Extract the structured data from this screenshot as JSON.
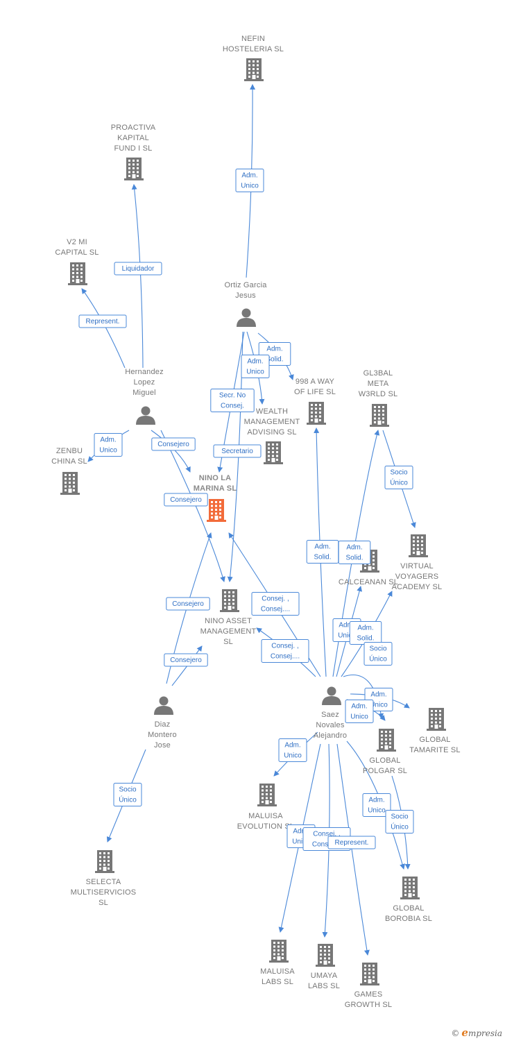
{
  "colors": {
    "company": "#777777",
    "focus_company": "#f26b3a",
    "person": "#777777",
    "edge": "#4a88d8",
    "edge_text": "#2f6fc4"
  },
  "nodes": [
    {
      "id": "nefin",
      "type": "company",
      "icon": "building-icon",
      "label": [
        "NEFIN",
        "HOSTELERIA SL"
      ]
    },
    {
      "id": "proactiva",
      "type": "company",
      "icon": "building-icon",
      "label": [
        "PROACTIVA",
        "KAPITAL",
        "FUND I SL"
      ]
    },
    {
      "id": "v2mi",
      "type": "company",
      "icon": "building-icon",
      "label": [
        "V2 MI",
        "CAPITAL  SL"
      ]
    },
    {
      "id": "ortiz",
      "type": "person",
      "icon": "person-icon",
      "label": [
        "Ortiz Garcia",
        "Jesus"
      ]
    },
    {
      "id": "hernandez",
      "type": "person",
      "icon": "person-icon",
      "label": [
        "Hernandez",
        "Lopez",
        "Miguel"
      ]
    },
    {
      "id": "zenbu",
      "type": "company",
      "icon": "building-icon",
      "label": [
        "ZENBU",
        "CHINA SL"
      ]
    },
    {
      "id": "way998",
      "type": "company",
      "icon": "building-icon",
      "label": [
        "998 A WAY",
        "OF LIFE  SL"
      ]
    },
    {
      "id": "gl3bal",
      "type": "company",
      "icon": "building-icon",
      "label": [
        "GL3BAL",
        "META",
        "W3RLD  SL"
      ]
    },
    {
      "id": "wealth",
      "type": "company",
      "icon": "building-icon",
      "label": [
        "WEALTH",
        "MANAGEMENT",
        "ADVISING SL"
      ]
    },
    {
      "id": "ninomarina",
      "type": "company",
      "focus": true,
      "icon": "building-icon",
      "label": [
        "NINO LA",
        "MARINA  SL"
      ]
    },
    {
      "id": "virtual",
      "type": "company",
      "icon": "building-icon",
      "label": [
        "VIRTUAL",
        "VOYAGERS",
        "ACADEMY  SL"
      ]
    },
    {
      "id": "calceanan",
      "type": "company",
      "icon": "building-icon",
      "label": [
        "CALCEANAN SL"
      ]
    },
    {
      "id": "ninoasset",
      "type": "company",
      "icon": "building-icon",
      "label": [
        "NINO ASSET",
        "MANAGEMENT",
        "SL"
      ]
    },
    {
      "id": "diaz",
      "type": "person",
      "icon": "person-icon",
      "label": [
        "Diaz",
        "Montero",
        "Jose"
      ]
    },
    {
      "id": "saez",
      "type": "person",
      "icon": "person-icon",
      "label": [
        "Saez",
        "Novales",
        "Alejandro"
      ]
    },
    {
      "id": "tamarite",
      "type": "company",
      "icon": "building-icon",
      "label": [
        "GLOBAL",
        "TAMARITE  SL"
      ]
    },
    {
      "id": "polgar",
      "type": "company",
      "icon": "building-icon",
      "label": [
        "GLOBAL",
        "POLGAR  SL"
      ]
    },
    {
      "id": "evolution",
      "type": "company",
      "icon": "building-icon",
      "label": [
        "MALUISA",
        "EVOLUTION  SL"
      ]
    },
    {
      "id": "selecta",
      "type": "company",
      "icon": "building-icon",
      "label": [
        "SELECTA",
        "MULTISERVICIOS",
        "SL"
      ]
    },
    {
      "id": "borobia",
      "type": "company",
      "icon": "building-icon",
      "label": [
        "GLOBAL",
        "BOROBIA  SL"
      ]
    },
    {
      "id": "maluisalabs",
      "type": "company",
      "icon": "building-icon",
      "label": [
        "MALUISA",
        "LABS  SL"
      ]
    },
    {
      "id": "umaya",
      "type": "company",
      "icon": "building-icon",
      "label": [
        "UMAYA",
        "LABS  SL"
      ]
    },
    {
      "id": "games",
      "type": "company",
      "icon": "building-icon",
      "label": [
        "GAMES",
        "GROWTH  SL"
      ]
    }
  ],
  "edges": [
    {
      "from": "ortiz",
      "to": "nefin",
      "label": [
        "Adm.",
        "Unico"
      ]
    },
    {
      "from": "hernandez",
      "to": "proactiva",
      "label": [
        "Liquidador"
      ]
    },
    {
      "from": "hernandez",
      "to": "v2mi",
      "label": [
        "Represent."
      ]
    },
    {
      "from": "hernandez",
      "to": "zenbu",
      "label": [
        "Adm.",
        "Unico"
      ]
    },
    {
      "from": "hernandez",
      "to": "ninomarina",
      "label": [
        "Consejero"
      ]
    },
    {
      "from": "hernandez",
      "to": "ninoasset",
      "label": [
        "Consejero"
      ]
    },
    {
      "from": "ortiz",
      "to": "way998",
      "label": [
        "Adm.",
        "Solid."
      ]
    },
    {
      "from": "ortiz",
      "to": "wealth",
      "label": [
        "Adm.",
        "Unico"
      ]
    },
    {
      "from": "ortiz",
      "to": "ninomarina",
      "label": [
        "Secr.  No",
        "Consej."
      ]
    },
    {
      "from": "ortiz",
      "to": "ninoasset",
      "label": [
        "Secretario"
      ]
    },
    {
      "from": "gl3bal",
      "to": "virtual",
      "label": [
        "Socio",
        "Único"
      ]
    },
    {
      "from": "saez",
      "to": "way998",
      "label": [
        "Adm.",
        "Solid."
      ]
    },
    {
      "from": "saez",
      "to": "gl3bal",
      "label": [
        "Adm.",
        "Solid."
      ]
    },
    {
      "from": "saez",
      "to": "ninomarina",
      "label": [
        "Consej. ,",
        "Consej...."
      ]
    },
    {
      "from": "saez",
      "to": "ninoasset",
      "label": [
        "Consej. ,",
        "Consej...."
      ]
    },
    {
      "from": "saez",
      "to": "calceanan",
      "label": [
        "Adm.",
        "Unico"
      ]
    },
    {
      "from": "saez",
      "to": "virtual",
      "label": [
        "Adm.",
        "Solid."
      ]
    },
    {
      "from": "saez",
      "to": "polgar",
      "label": [
        "Socio",
        "Único"
      ]
    },
    {
      "from": "saez",
      "to": "tamarite",
      "label": [
        "Adm.",
        "Unico"
      ]
    },
    {
      "from": "saez",
      "to": "polgar",
      "label": [
        "Adm.",
        "Unico"
      ]
    },
    {
      "from": "diaz",
      "to": "ninomarina",
      "label": [
        "Consejero"
      ]
    },
    {
      "from": "diaz",
      "to": "ninoasset",
      "label": [
        "Consejero"
      ]
    },
    {
      "from": "diaz",
      "to": "selecta",
      "label": [
        "Socio",
        "Único"
      ]
    },
    {
      "from": "saez",
      "to": "evolution",
      "label": [
        "Adm.",
        "Unico"
      ]
    },
    {
      "from": "saez",
      "to": "borobia",
      "label": [
        "Adm.",
        "Unico"
      ]
    },
    {
      "from": "polgar",
      "to": "borobia",
      "label": [
        "Socio",
        "Único"
      ]
    },
    {
      "from": "saez",
      "to": "maluisalabs",
      "label": [
        "Adm.",
        "Unico"
      ]
    },
    {
      "from": "saez",
      "to": "umaya",
      "label": [
        "Consej. ,",
        "Consej...."
      ]
    },
    {
      "from": "saez",
      "to": "games",
      "label": [
        "Represent."
      ]
    }
  ],
  "footer": {
    "copyright": "©",
    "brand_initial": "e",
    "brand_rest": "mpresia"
  }
}
